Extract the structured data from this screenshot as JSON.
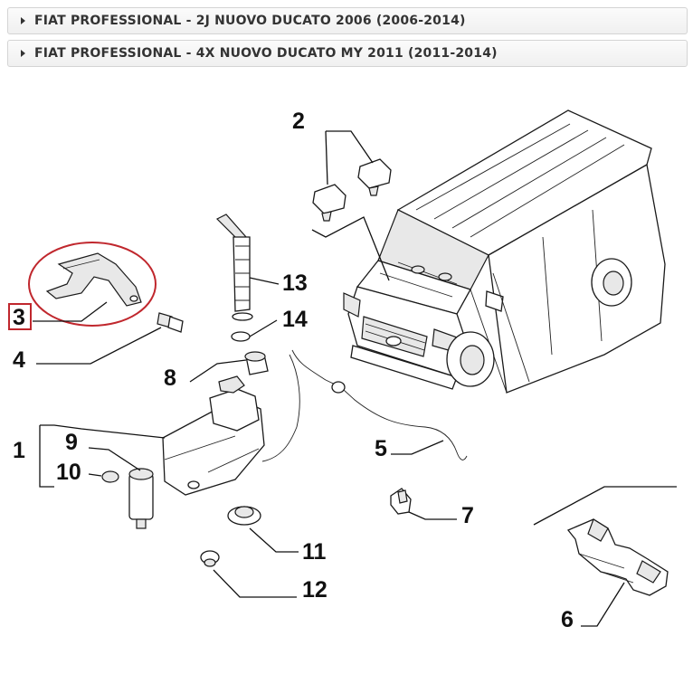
{
  "accordion": [
    {
      "label": "FIAT PROFESSIONAL - 2J NUOVO DUCATO 2006 (2006-2014)"
    },
    {
      "label": "FIAT PROFESSIONAL - 4X NUOVO DUCATO MY 2011 (2011-2014)"
    }
  ],
  "diagram": {
    "callouts": {
      "c1": "1",
      "c2": "2",
      "c3": "3",
      "c4": "4",
      "c5": "5",
      "c6": "6",
      "c7": "7",
      "c8": "8",
      "c9": "9",
      "c10": "10",
      "c11": "11",
      "c12": "12",
      "c13": "13",
      "c14": "14"
    },
    "highlight_color": "#c0272d"
  }
}
